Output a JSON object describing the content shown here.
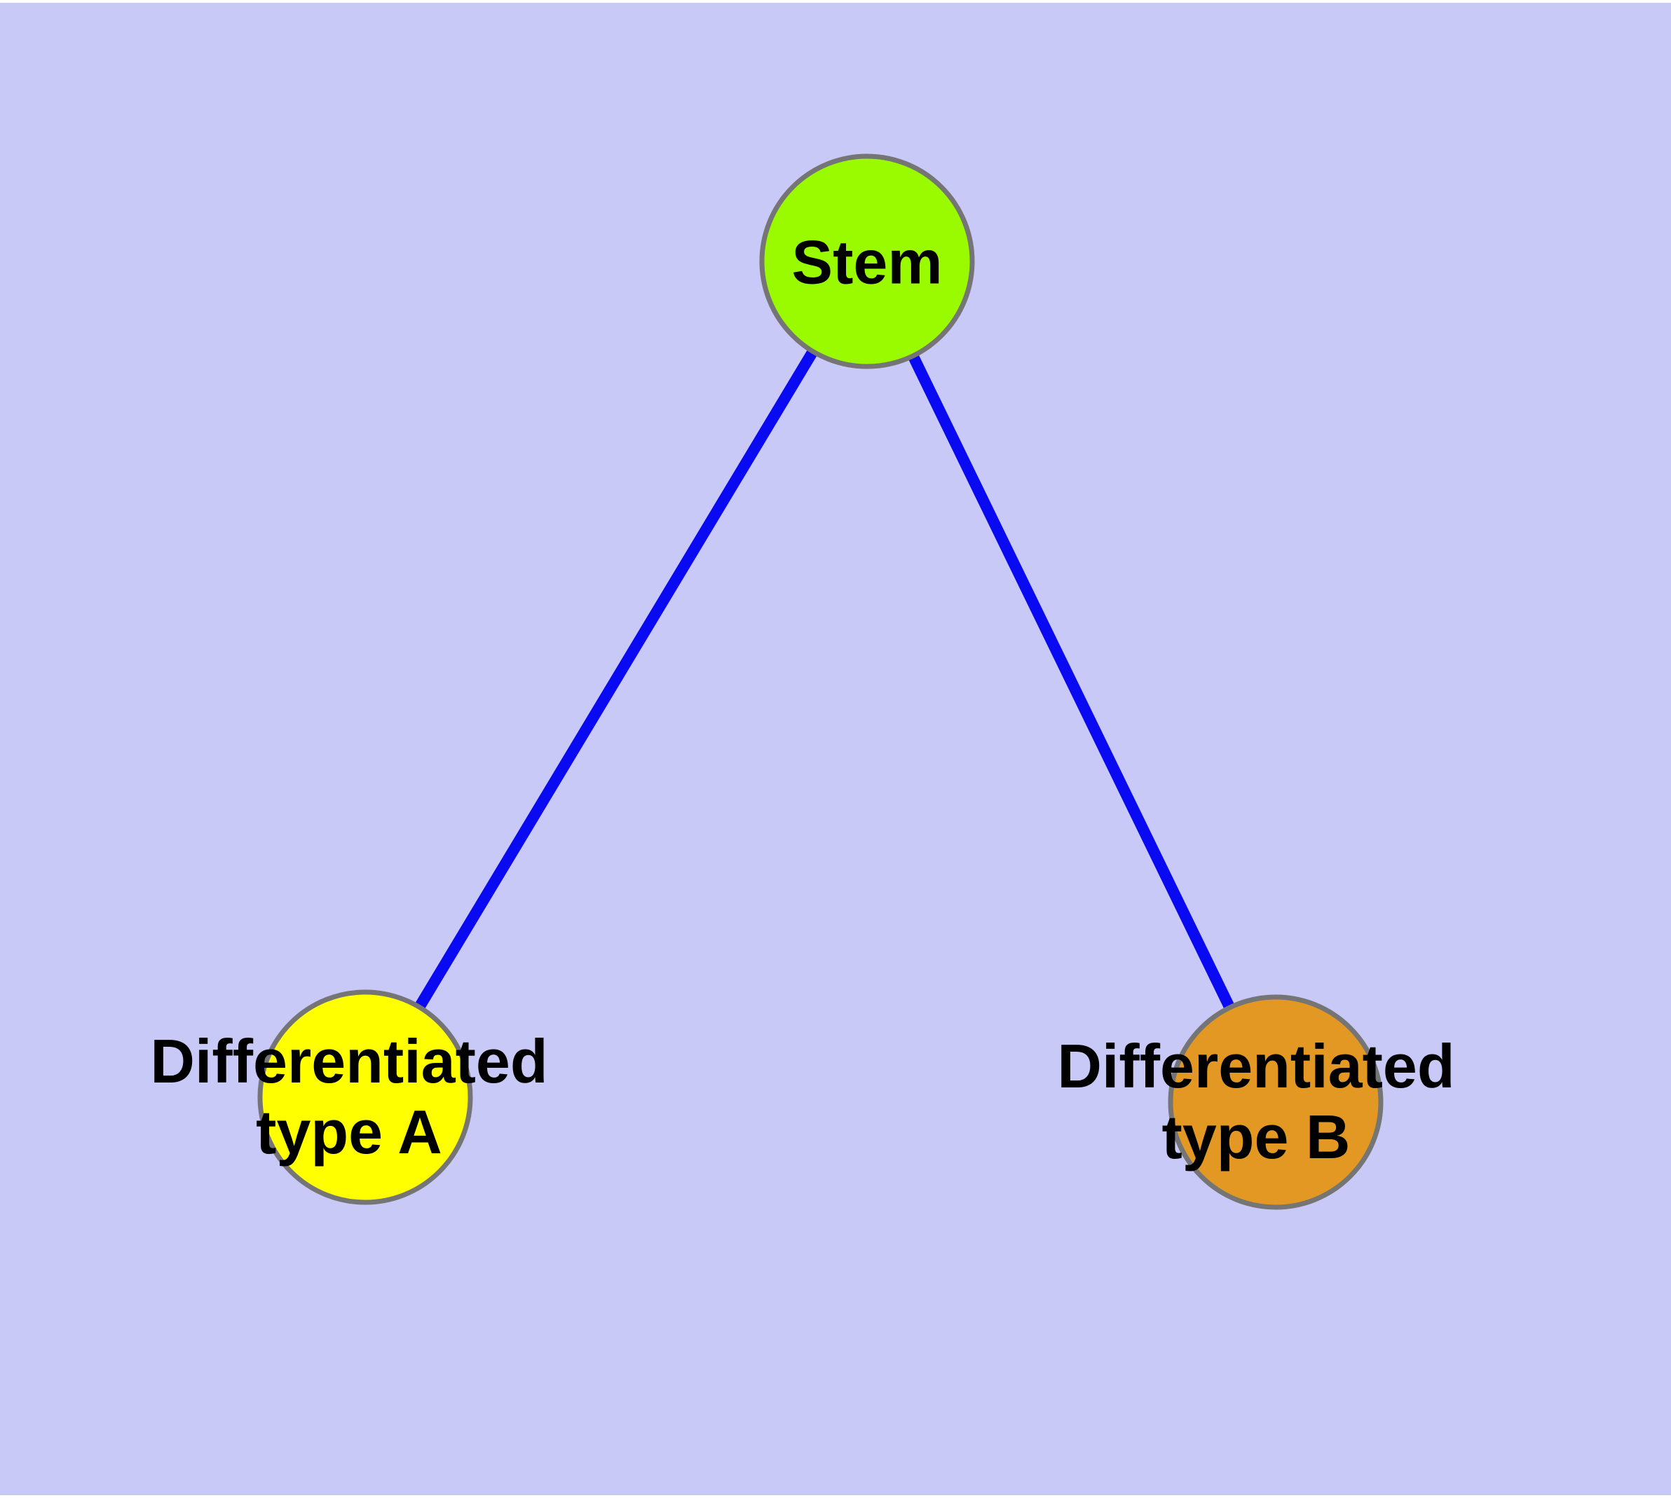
{
  "diagram": {
    "background_color": "#C9C9F7",
    "top_margin_color": "#FFFFFF",
    "nodes": {
      "stem": {
        "label": "Stem",
        "fill_color": "#9AFA00",
        "border_color": "#757575"
      },
      "type_a": {
        "label_line1": "Differentiated",
        "label_line2": "type A",
        "fill_color": "#FFFF00",
        "border_color": "#757575"
      },
      "type_b": {
        "label_line1": "Differentiated",
        "label_line2": "type B",
        "fill_color": "#E29822",
        "border_color": "#757575"
      }
    },
    "edges": {
      "color": "#0909F2",
      "items": [
        {
          "from": "Stem",
          "to": "Differentiated type A"
        },
        {
          "from": "Stem",
          "to": "Differentiated type B"
        }
      ]
    }
  }
}
